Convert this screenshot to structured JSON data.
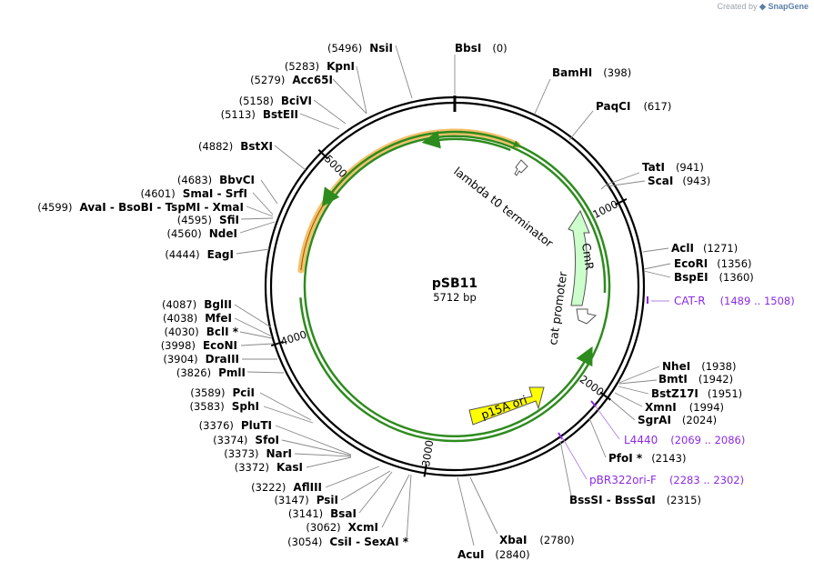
{
  "credit": {
    "created_by": "Created by",
    "brand": "SnapGene"
  },
  "plasmid": {
    "name": "pSB11",
    "length_label": "5712 bp",
    "length": 5712
  },
  "colors": {
    "primer": "#8a2be2",
    "p15a": "#ffff00",
    "cmr": "#ccffcc",
    "orange": "#f6c06a",
    "green_outline": "#a8e07c"
  },
  "ticks": [
    {
      "label": "1000",
      "pos": 1000
    },
    {
      "label": "2000",
      "pos": 2000
    },
    {
      "label": "3000",
      "pos": 3000
    },
    {
      "label": "4000",
      "pos": 4000
    },
    {
      "label": "5000",
      "pos": 5000
    }
  ],
  "features": {
    "lambda": "lambda t0 terminator",
    "cat_promoter": "cat promoter",
    "cmr": "CmR",
    "p15a": "p15A ori"
  },
  "enzymes_right": [
    {
      "parts": [
        "BbsI"
      ],
      "pos": "(0)"
    },
    {
      "parts": [
        "BamHI"
      ],
      "pos": "(398)"
    },
    {
      "parts": [
        "PaqCI"
      ],
      "pos": "(617)"
    },
    {
      "parts": [
        "TatI"
      ],
      "pos": "(941)"
    },
    {
      "parts": [
        "ScaI"
      ],
      "pos": "(943)"
    },
    {
      "parts": [
        "AclI"
      ],
      "pos": "(1271)"
    },
    {
      "parts": [
        "EcoRI"
      ],
      "pos": "(1356)"
    },
    {
      "parts": [
        "BspEI"
      ],
      "pos": "(1360)"
    },
    {
      "parts": [
        "NheI"
      ],
      "pos": "(1938)"
    },
    {
      "parts": [
        "BmtI"
      ],
      "pos": "(1942)"
    },
    {
      "parts": [
        "BstZ17I"
      ],
      "pos": "(1951)"
    },
    {
      "parts": [
        "XmnI"
      ],
      "pos": "(1994)"
    },
    {
      "parts": [
        "SgrAI"
      ],
      "pos": "(2024)"
    },
    {
      "parts": [
        "PfoI *"
      ],
      "pos": "(2143)"
    },
    {
      "parts": [
        "BssSI",
        "BssSαI"
      ],
      "pos": "(2315)"
    },
    {
      "parts": [
        "XbaI"
      ],
      "pos": "(2780)"
    },
    {
      "parts": [
        "AcuI"
      ],
      "pos": "(2840)"
    }
  ],
  "enzymes_left": [
    {
      "parts": [
        "NsiI"
      ],
      "pos": "(5496)"
    },
    {
      "parts": [
        "KpnI"
      ],
      "pos": "(5283)"
    },
    {
      "parts": [
        "Acc65I"
      ],
      "pos": "(5279)"
    },
    {
      "parts": [
        "BciVI"
      ],
      "pos": "(5158)"
    },
    {
      "parts": [
        "BstEII"
      ],
      "pos": "(5113)"
    },
    {
      "parts": [
        "BstXI"
      ],
      "pos": "(4882)"
    },
    {
      "parts": [
        "BbvCI"
      ],
      "pos": "(4683)"
    },
    {
      "parts": [
        "SmaI",
        "SrfI"
      ],
      "pos": "(4601)"
    },
    {
      "parts": [
        "AvaI",
        "BsoBI",
        "TspMI",
        "XmaI"
      ],
      "pos": "(4599)"
    },
    {
      "parts": [
        "SfiI"
      ],
      "pos": "(4595)"
    },
    {
      "parts": [
        "NdeI"
      ],
      "pos": "(4560)"
    },
    {
      "parts": [
        "EagI"
      ],
      "pos": "(4444)"
    },
    {
      "parts": [
        "BglII"
      ],
      "pos": "(4087)"
    },
    {
      "parts": [
        "MfeI"
      ],
      "pos": "(4038)"
    },
    {
      "parts": [
        "BclI *"
      ],
      "pos": "(4030)"
    },
    {
      "parts": [
        "EcoNI"
      ],
      "pos": "(3998)"
    },
    {
      "parts": [
        "DraIII"
      ],
      "pos": "(3904)"
    },
    {
      "parts": [
        "PmlI"
      ],
      "pos": "(3826)"
    },
    {
      "parts": [
        "PciI"
      ],
      "pos": "(3589)"
    },
    {
      "parts": [
        "SphI"
      ],
      "pos": "(3583)"
    },
    {
      "parts": [
        "PluTI"
      ],
      "pos": "(3376)"
    },
    {
      "parts": [
        "SfoI"
      ],
      "pos": "(3374)"
    },
    {
      "parts": [
        "NarI"
      ],
      "pos": "(3373)"
    },
    {
      "parts": [
        "KasI"
      ],
      "pos": "(3372)"
    },
    {
      "parts": [
        "AflIII"
      ],
      "pos": "(3222)"
    },
    {
      "parts": [
        "PsiI"
      ],
      "pos": "(3147)"
    },
    {
      "parts": [
        "BsaI"
      ],
      "pos": "(3141)"
    },
    {
      "parts": [
        "XcmI"
      ],
      "pos": "(3062)"
    },
    {
      "parts": [
        "CsiI",
        "SexAI *"
      ],
      "pos": "(3054)"
    }
  ],
  "primers": [
    {
      "name": "CAT-R",
      "range": "(1489 .. 1508)"
    },
    {
      "name": "L4440",
      "range": "(2069 .. 2086)"
    },
    {
      "name": "pBR322ori-F",
      "range": "(2283 .. 2302)"
    }
  ]
}
